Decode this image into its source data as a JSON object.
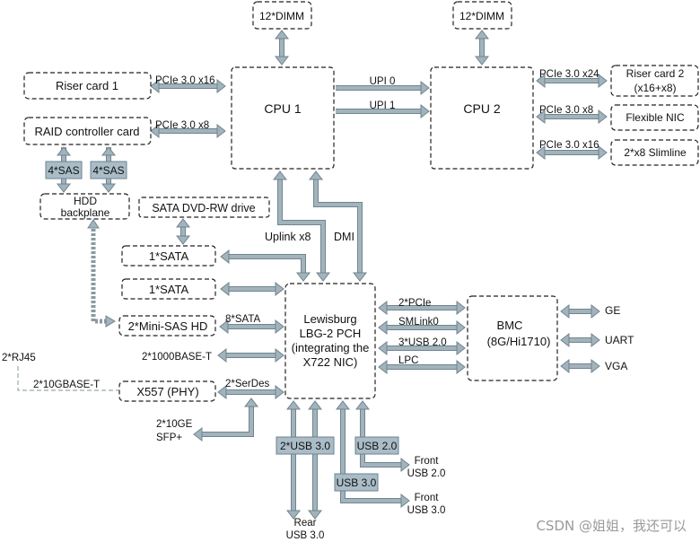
{
  "diagram": {
    "colors": {
      "arrow_fill": "#a3b3bb",
      "arrow_stroke": "#6f8590",
      "tag_fill": "#a9bcc7",
      "box_border": "#222222"
    },
    "blocks": {
      "dimm1": "12*DIMM",
      "dimm2": "12*DIMM",
      "cpu1": "CPU 1",
      "cpu2": "CPU 2",
      "riser1": "Riser card 1",
      "raid": "RAID controller card",
      "riser2_line1": "Riser card 2",
      "riser2_line2": "(x16+x8)",
      "flex_nic": "Flexible NIC",
      "slimline": "2*x8 Slimline",
      "hdd_line1": "HDD",
      "hdd_line2": "backplane",
      "dvd": "SATA DVD-RW drive",
      "sata1": "1*SATA",
      "sata2": "1*SATA",
      "minisas": "2*Mini-SAS HD",
      "phy": "X557 (PHY)",
      "pch_line1": "Lewisburg",
      "pch_line2": "LBG-2 PCH",
      "pch_line3": "(integrating the",
      "pch_line4": "X722 NIC)",
      "bmc_line1": "BMC",
      "bmc_line2": "(8G/Hi1710)"
    },
    "tags": {
      "sas1": "4*SAS",
      "sas2": "4*SAS",
      "usb30_rear": "2*USB 3.0",
      "usb20_front": "USB 2.0",
      "usb30_front": "USB 3.0"
    },
    "links": {
      "cpu1_riser1": "PCIe 3.0 x16",
      "cpu1_raid": "PCIe 3.0 x8",
      "upi0": "UPI 0",
      "upi1": "UPI 1",
      "cpu2_riser2": "PCIe 3.0 x24",
      "cpu2_flexnic": "PCIe 3.0 x8",
      "cpu2_slimline": "PCIe 3.0 x16",
      "uplink": "Uplink x8",
      "dmi": "DMI",
      "pch_minisas": "8*SATA",
      "pch_1000base": "2*1000BASE-T",
      "rj45": "2*RJ45",
      "10gbase": "2*10GBASE-T",
      "serdes": "2*SerDes",
      "sfp_line1": "2*10GE",
      "sfp_line2": "SFP+",
      "pch_bmc_pcie": "2*PCIe",
      "pch_bmc_smlink": "SMLink0",
      "pch_bmc_usb": "3*USB 2.0",
      "pch_bmc_lpc": "LPC",
      "bmc_ge": "GE",
      "bmc_uart": "UART",
      "bmc_vga": "VGA",
      "front_usb20_line1": "Front",
      "front_usb20_line2": "USB 2.0",
      "front_usb30_line1": "Front",
      "front_usb30_line2": "USB 3.0",
      "rear_usb30_line1": "Rear",
      "rear_usb30_line2": "USB 3.0"
    },
    "watermark": "CSDN @姐姐，我还可以"
  }
}
